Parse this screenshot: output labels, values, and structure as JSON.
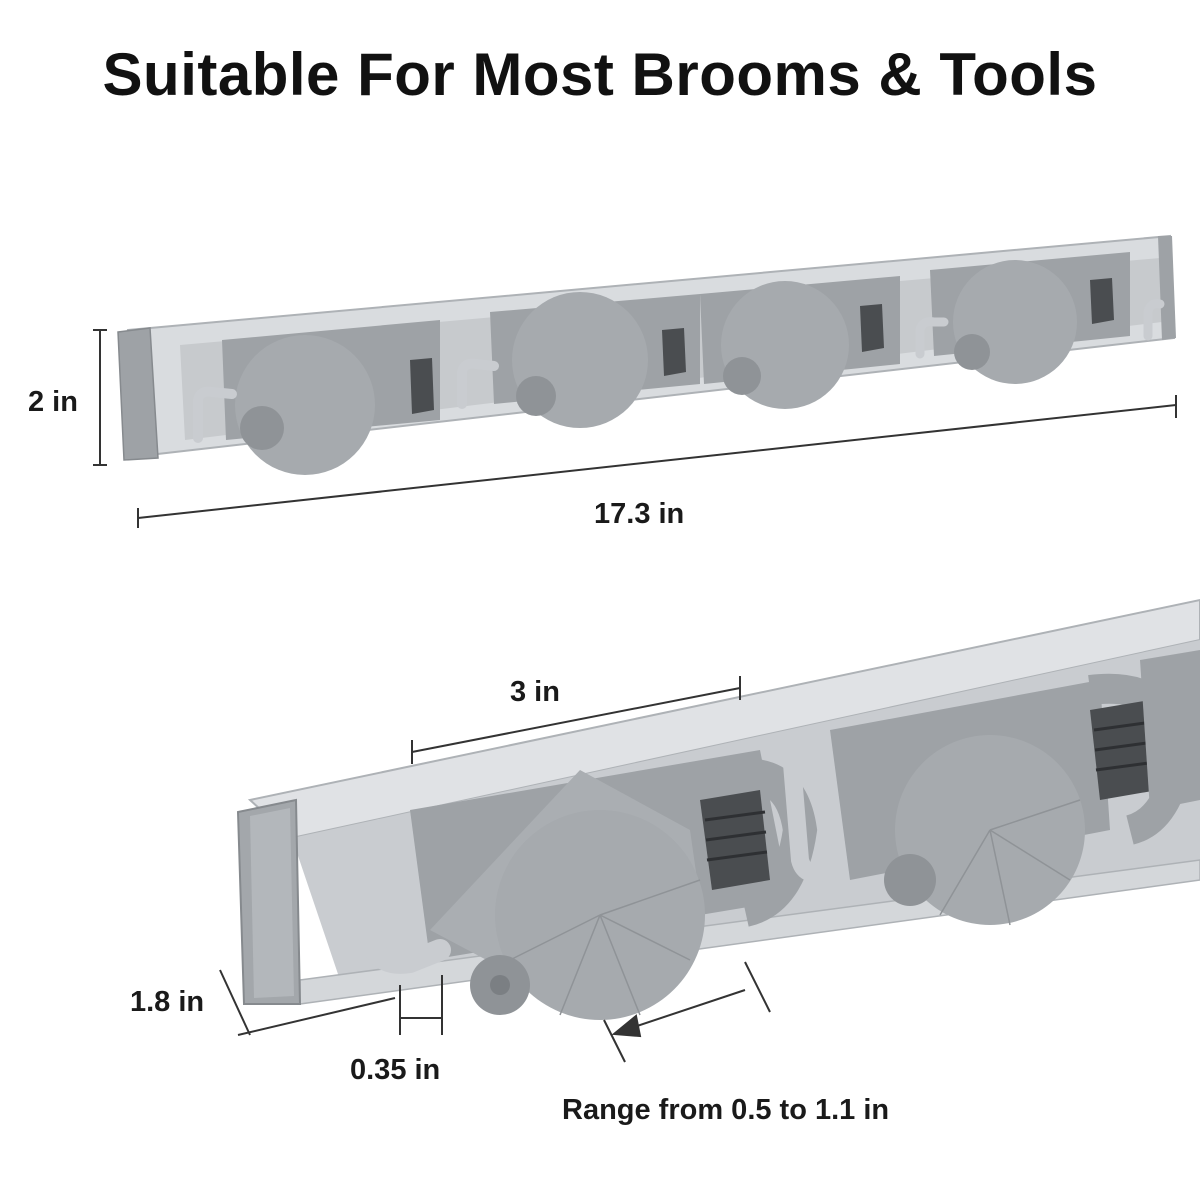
{
  "headline": "Suitable For Most Brooms & Tools",
  "colors": {
    "rail": "#d9dcdf",
    "rail_edge": "#aeb2b6",
    "holder": "#9ea2a6",
    "holder_dark": "#868a8e",
    "hook": "#c9ccd0",
    "roller": "#4a4d50"
  },
  "top_rack": {
    "height_label": "2 in",
    "length_label": "17.3 in"
  },
  "bottom_rack": {
    "spacing_label": "3 in",
    "depth_label": "1.8 in",
    "hook_width_label": "0.35 in",
    "grip_range_label": "Range from 0.5 to 1.1 in"
  }
}
